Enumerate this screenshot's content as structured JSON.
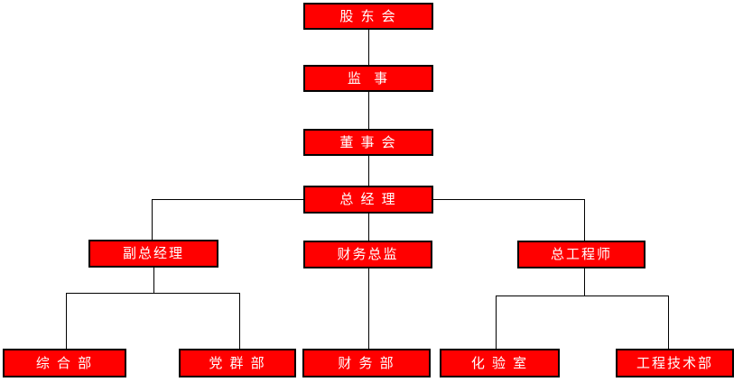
{
  "org_chart": {
    "colors": {
      "node_fill": "#ff0000",
      "node_border": "#000000",
      "node_text": "#ffffff",
      "connector": "#000000",
      "background": "#ffffff"
    },
    "nodes": {
      "shareholders": {
        "label": "股 东 会",
        "level": 1,
        "parent": null
      },
      "supervisors": {
        "label": "监  事",
        "level": 2,
        "parent": "shareholders"
      },
      "board_of_directors": {
        "label": "董 事 会",
        "level": 3,
        "parent": "supervisors"
      },
      "general_manager": {
        "label": "总 经 理",
        "level": 4,
        "parent": "board_of_directors"
      },
      "deputy_general_manager": {
        "label": "副总经理",
        "level": 5,
        "parent": "general_manager"
      },
      "finance_director": {
        "label": "财务总监",
        "level": 5,
        "parent": "general_manager"
      },
      "chief_engineer": {
        "label": "总工程师",
        "level": 5,
        "parent": "general_manager"
      },
      "general_affairs_dept": {
        "label": "综 合 部",
        "level": 6,
        "parent": "deputy_general_manager"
      },
      "party_mass_dept": {
        "label": "党 群 部",
        "level": 6,
        "parent": "deputy_general_manager"
      },
      "finance_dept": {
        "label": "财 务 部",
        "level": 6,
        "parent": "finance_director"
      },
      "laboratory": {
        "label": "化 验 室",
        "level": 6,
        "parent": "chief_engineer"
      },
      "engineering_tech_dept": {
        "label": "工程技术部",
        "level": 6,
        "parent": "chief_engineer"
      }
    }
  }
}
